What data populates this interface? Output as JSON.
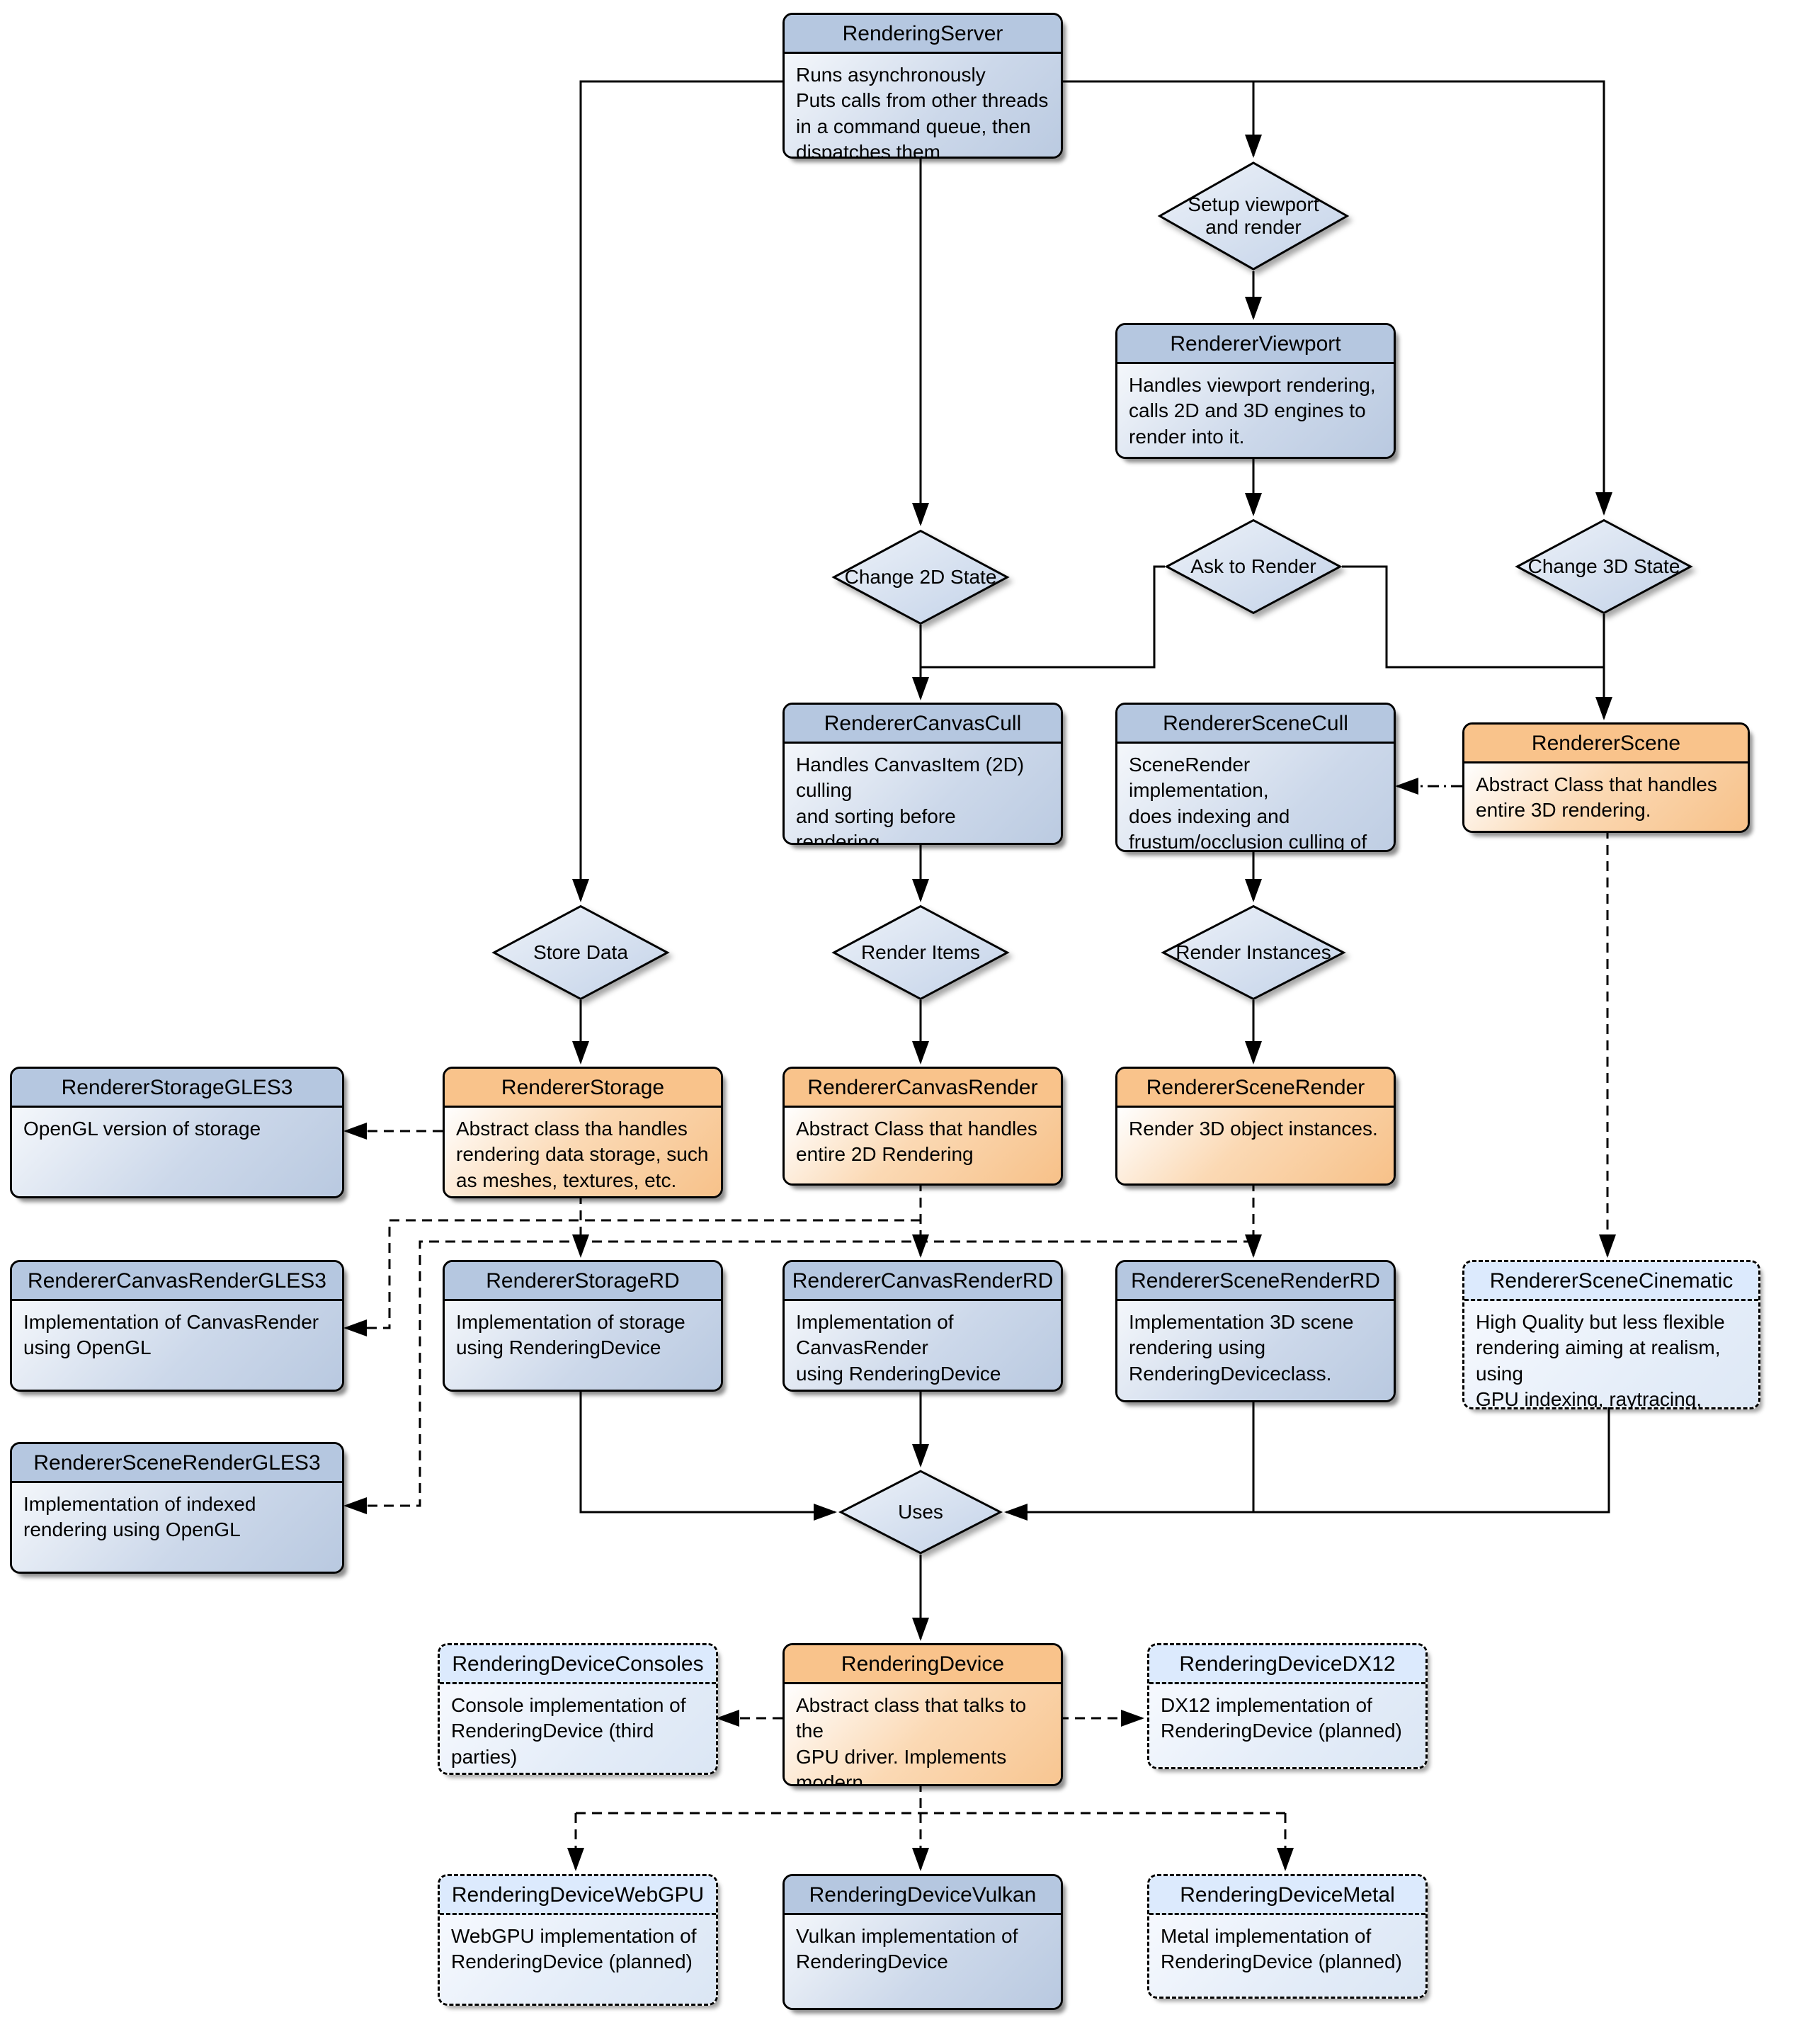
{
  "diagram_title": "Godot rendering architecture flowchart",
  "colors": {
    "blue_header": "#b5c7e0",
    "orange_header": "#f9c38b",
    "planned_header": "#dceafd",
    "diamond_fill_light": "#e9f0f8",
    "diamond_fill_dark": "#c3d2e8",
    "line": "#000000",
    "background": "#ffffff"
  },
  "nodes": {
    "rendering_server": {
      "title": "RenderingServer",
      "body": "Runs asynchronously\nPuts calls from other threads\nin a command queue, then\ndispatches them"
    },
    "renderer_viewport": {
      "title": "RendererViewport",
      "body": "Handles viewport rendering,\ncalls 2D and 3D engines to\nrender into it."
    },
    "renderer_canvas_cull": {
      "title": "RendererCanvasCull",
      "body": "Handles CanvasItem (2D) culling\nand sorting before rendering."
    },
    "renderer_scene_cull": {
      "title": "RendererSceneCull",
      "body": "SceneRender implementation,\ndoes indexing and\nfrustum/occlusion culling of objecs\nusing CPU before rendering."
    },
    "renderer_scene": {
      "title": "RendererScene",
      "body": "Abstract Class that handles\nentire 3D rendering."
    },
    "renderer_storage_gles3": {
      "title": "RendererStorageGLES3",
      "body": "OpenGL version of storage"
    },
    "renderer_storage": {
      "title": "RendererStorage",
      "body": "Abstract class tha handles\nrendering data storage, such\nas meshes, textures, etc."
    },
    "renderer_canvas_render": {
      "title": "RendererCanvasRender",
      "body": "Abstract Class that handles\nentire 2D Rendering"
    },
    "renderer_scene_render": {
      "title": "RendererSceneRender",
      "body": "Render 3D object instances."
    },
    "renderer_canvas_render_gles3": {
      "title": "RendererCanvasRenderGLES3",
      "body": "Implementation of CanvasRender\nusing OpenGL"
    },
    "renderer_storage_rd": {
      "title": "RendererStorageRD",
      "body": "Implementation of storage\nusing RenderingDevice"
    },
    "renderer_canvas_render_rd": {
      "title": "RendererCanvasRenderRD",
      "body": "Implementation of CanvasRender\nusing RenderingDevice"
    },
    "renderer_scene_render_rd": {
      "title": "RendererSceneRenderRD",
      "body": "Implementation 3D scene\nrendering using\nRenderingDeviceclass."
    },
    "renderer_scene_cinematic": {
      "title": "RendererSceneCinematic",
      "body": "High Quality but less flexible\nrendering aiming at realism, using\nGPU indexing, raytracing, TSS, etc\n(planned)"
    },
    "renderer_scene_render_gles3": {
      "title": "RendererSceneRenderGLES3",
      "body": "Implementation of indexed\nrendering using OpenGL"
    },
    "rendering_device_consoles": {
      "title": "RenderingDeviceConsoles",
      "body": "Console implementation of\nRenderingDevice (third parties)"
    },
    "rendering_device": {
      "title": "RenderingDevice",
      "body": "Abstract class that talks to the\nGPU driver. Implements modern\nAPIs."
    },
    "rendering_device_dx12": {
      "title": "RenderingDeviceDX12",
      "body": "DX12 implementation of\nRenderingDevice (planned)"
    },
    "rendering_device_webgpu": {
      "title": "RenderingDeviceWebGPU",
      "body": "WebGPU implementation of\nRenderingDevice (planned)"
    },
    "rendering_device_vulkan": {
      "title": "RenderingDeviceVulkan",
      "body": "Vulkan implementation of\nRenderingDevice"
    },
    "rendering_device_metal": {
      "title": "RenderingDeviceMetal",
      "body": "Metal implementation of\nRenderingDevice (planned)"
    }
  },
  "decisions": {
    "setup_viewport": "Setup viewport\nand render",
    "change_2d_state": "Change 2D State",
    "ask_to_render": "Ask to Render",
    "change_3d_state": "Change 3D State",
    "store_data": "Store Data",
    "render_items": "Render Items",
    "render_instances": "Render Instances",
    "uses": "Uses"
  }
}
